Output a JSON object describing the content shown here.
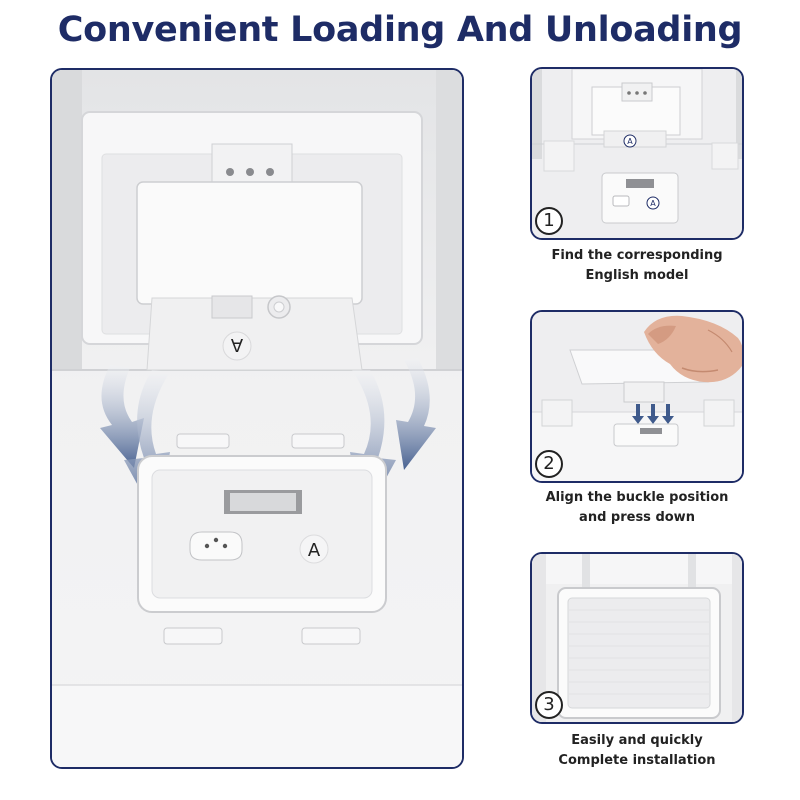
{
  "title": "Convenient Loading And Unloading",
  "main_photo": {
    "marker_label": "A"
  },
  "steps": [
    {
      "number": "1",
      "caption_line1": "Find the corresponding",
      "caption_line2": "English model",
      "marker_label": "A"
    },
    {
      "number": "2",
      "caption_line1": "Align the buckle position",
      "caption_line2": "and press down"
    },
    {
      "number": "3",
      "caption_line1": "Easily and quickly",
      "caption_line2": "Complete installation"
    }
  ],
  "colors": {
    "accent": "#1e2c66",
    "arrow": "#3f5a8c",
    "plastic": "#f6f6f7"
  }
}
